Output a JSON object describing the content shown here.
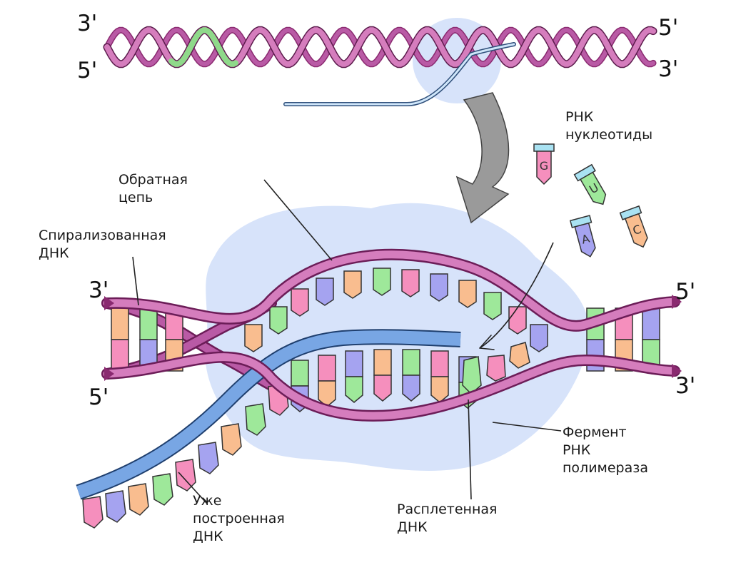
{
  "colors": {
    "strand": "#d57dbd",
    "strand_dark": "#8a2a70",
    "strand_back": "#b95aa5",
    "enzyme": "#d7e3fa",
    "rna": "#78a6e4",
    "arrow": "#9a9a9a",
    "nuc_green": "#9ee89a",
    "nuc_pink": "#f58fbd",
    "nuc_orange": "#f9bd8f",
    "nuc_violet": "#a5a3f0",
    "nuc_cap": "#a9e2f2",
    "top_green": "#8fd98a"
  },
  "labels": {
    "top_left_3": "3'",
    "top_left_5": "5'",
    "top_right_5": "5'",
    "top_right_3": "3'",
    "left_3": "3'",
    "left_5": "5'",
    "right_5": "5'",
    "right_3": "3'",
    "rna_nucleotides": [
      "РНК",
      "нуклеотиды"
    ],
    "reverse_strand": [
      "Обратная",
      "цепь"
    ],
    "coiled_dna": [
      "Спирализованная",
      "ДНК"
    ],
    "enzyme": [
      "Фермент",
      "РНК",
      "полимераза"
    ],
    "built_dna": [
      "Уже",
      "построенная",
      "ДНК"
    ],
    "unwound_dna": [
      "Расплетенная",
      "ДНК"
    ]
  },
  "nucleotide_letters": {
    "pink": "G",
    "green": "U",
    "violet": "A",
    "orange": "C"
  }
}
